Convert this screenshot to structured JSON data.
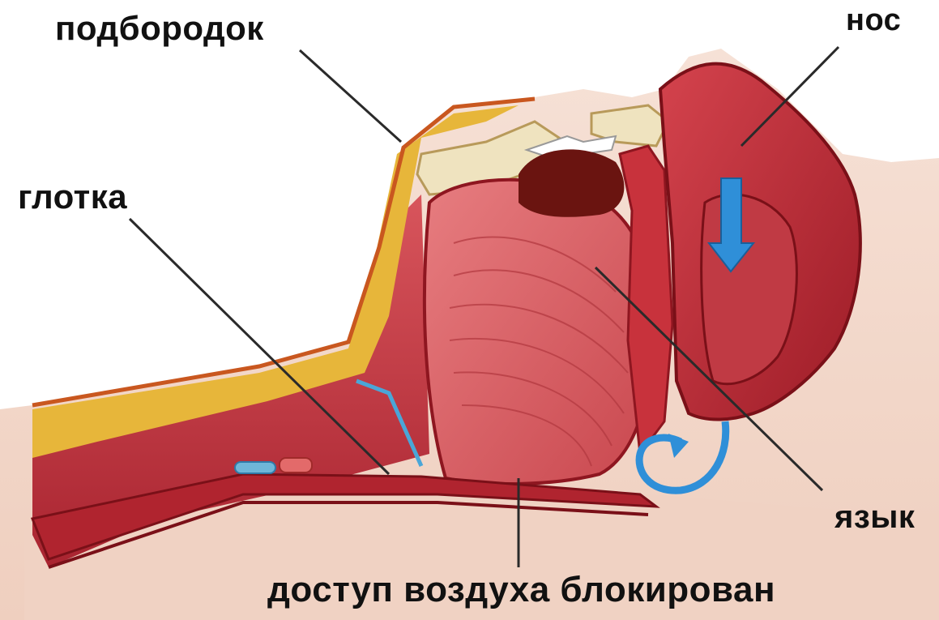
{
  "labels": {
    "chin": "подбородок",
    "nose": "нос",
    "pharynx": "глотка",
    "tongue": "язык",
    "airway_blocked": "доступ воздуха блокирован"
  },
  "colors": {
    "background": "#ffffff",
    "skin": "#f3d9cc",
    "tissue_red": "#c8323c",
    "tissue_dark": "#8e1620",
    "tongue": "#d8656a",
    "fat_yellow": "#e7b63a",
    "bone": "#efe3bf",
    "airway": "#6a1410",
    "arrow_blue": "#2f8fd8",
    "leader_line": "#2a2a2a"
  }
}
